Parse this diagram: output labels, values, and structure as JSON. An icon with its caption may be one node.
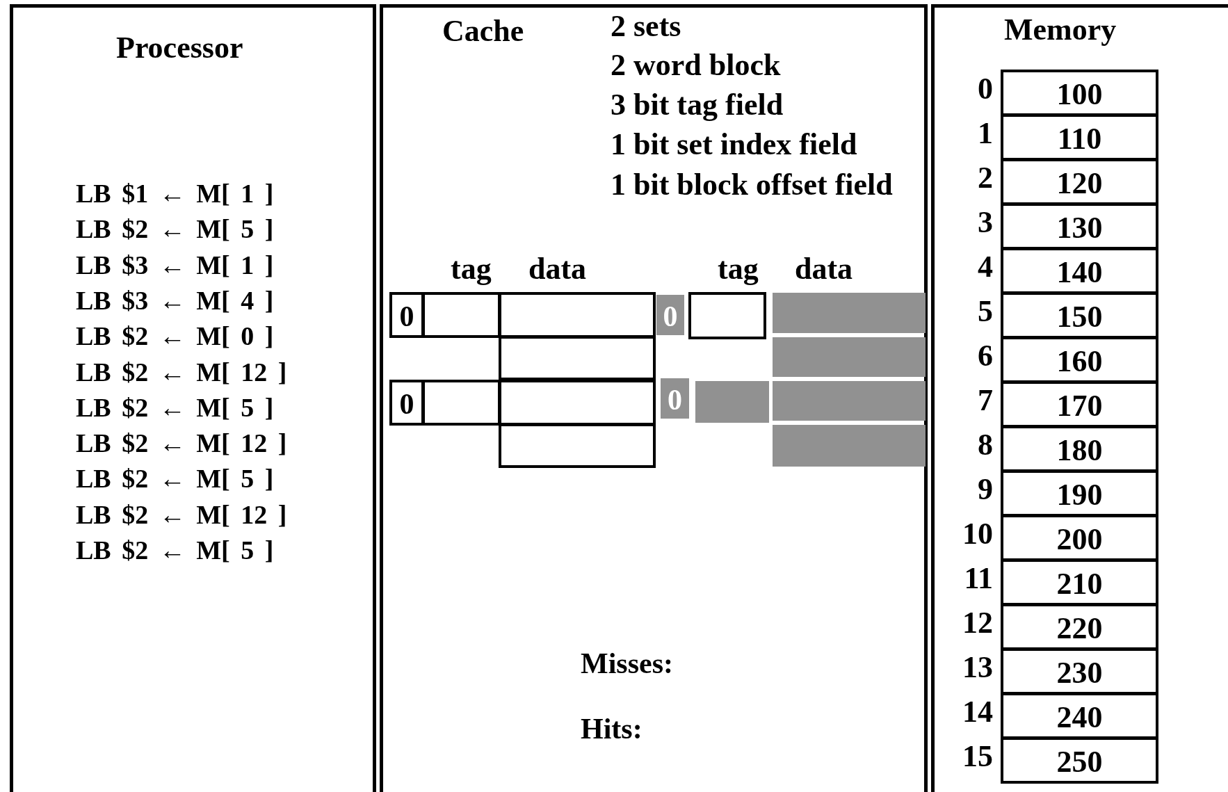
{
  "diagram": {
    "nodes": [
      {
        "text": [
          "Processor"
        ]
      },
      {
        "text": [
          "Cache"
        ]
      },
      {
        "text": [
          "Memory"
        ]
      },
      {
        "text": [
          "0"
        ],
        "in": 1
      },
      {
        "text": [],
        "shape": "box",
        "in": 1
      },
      {
        "text": [],
        "shape": "box",
        "in": 1
      },
      {
        "text": [],
        "shape": "box",
        "in": 1
      },
      {
        "text": [
          "0"
        ],
        "in": 1
      },
      {
        "text": [],
        "shape": "box",
        "in": 1
      },
      {
        "text": [],
        "shape": "box",
        "in": 1
      },
      {
        "text": [],
        "shape": "box",
        "in": 1
      },
      {
        "text": [
          "0"
        ],
        "in": 1
      },
      {
        "text": [],
        "shape": "box",
        "in": 1
      },
      {
        "text": [],
        "shape": "box",
        "in": 1
      },
      {
        "text": [],
        "shape": "box",
        "in": 1
      },
      {
        "text": [
          "0"
        ],
        "in": 1
      },
      {
        "text": [],
        "shape": "box",
        "in": 1
      },
      {
        "text": [],
        "shape": "box",
        "in": 1
      },
      {
        "text": [],
        "shape": "box",
        "in": 1
      },
      {
        "text": [
          "100"
        ],
        "beside": [
          "0"
        ],
        "in": 2
      },
      {
        "text": [
          "110"
        ],
        "beside": [
          "1"
        ],
        "in": 2
      },
      {
        "text": [
          "120"
        ],
        "beside": [
          "2"
        ],
        "in": 2
      },
      {
        "text": [
          "130"
        ],
        "beside": [
          "3"
        ],
        "in": 2
      },
      {
        "text": [
          "140"
        ],
        "beside": [
          "4"
        ],
        "in": 2
      },
      {
        "text": [
          "150"
        ],
        "beside": [
          "5"
        ],
        "in": 2
      },
      {
        "text": [
          "160"
        ],
        "beside": [
          "6"
        ],
        "in": 2
      },
      {
        "text": [
          "170"
        ],
        "beside": [
          "7"
        ],
        "in": 2
      },
      {
        "text": [
          "180"
        ],
        "beside": [
          "8"
        ],
        "in": 2
      },
      {
        "text": [
          "190"
        ],
        "beside": [
          "9"
        ],
        "in": 2
      },
      {
        "text": [
          "200"
        ],
        "beside": [
          "10"
        ],
        "in": 2
      },
      {
        "text": [
          "210"
        ],
        "beside": [
          "11"
        ],
        "in": 2
      },
      {
        "text": [
          "220"
        ],
        "beside": [
          "12"
        ],
        "in": 2
      },
      {
        "text": [
          "230"
        ],
        "beside": [
          "13"
        ],
        "in": 2
      },
      {
        "text": [
          "240"
        ],
        "beside": [
          "14"
        ],
        "in": 2
      },
      {
        "text": [
          "250"
        ],
        "beside": [
          "15"
        ],
        "in": 2
      }
    ],
    "labels": [
      "2 sets",
      "2 word block",
      "3 bit tag field",
      "1 bit set index field",
      "1 bit block offset field",
      "tag",
      "data",
      "tag",
      "data",
      "LB $1 ← M[ 1 ]",
      "LB $2 ← M[ 5 ]",
      "LB $3 ← M[ 1 ]",
      "LB $3 ← M[ 4 ]",
      "LB $2 ← M[ 0 ]",
      "LB $2 ← M[ 12 ]",
      "LB $2 ← M[ 5 ]",
      "LB $2 ← M[ 12 ]",
      "LB $2 ← M[ 5 ]",
      "LB $2 ← M[ 12 ]",
      "LB $2 ← M[ 5 ]",
      "Misses:",
      "Hits:"
    ]
  }
}
